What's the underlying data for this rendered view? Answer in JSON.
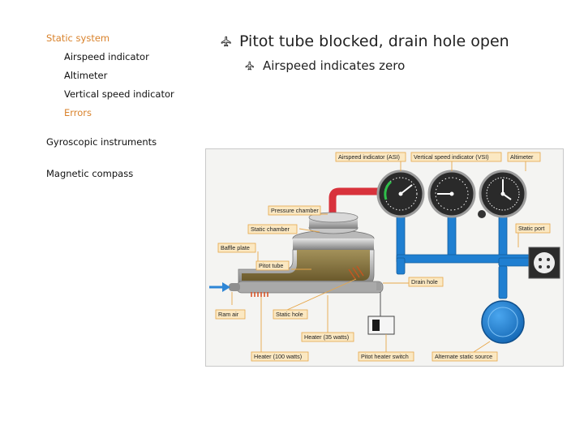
{
  "sidebar": {
    "static_system": "Static system",
    "airspeed_indicator": "Airspeed indicator",
    "altimeter": "Altimeter",
    "vertical_speed_indicator": "Vertical speed indicator",
    "errors": "Errors",
    "gyroscopic_instruments": "Gyroscopic instruments",
    "magnetic_compass": "Magnetic compass"
  },
  "content": {
    "heading": "Pitot tube blocked, drain hole open",
    "subpoint": "Airspeed indicates zero"
  },
  "diagram": {
    "labels": {
      "asi": "Airspeed indicator (ASI)",
      "vsi": "Vertical speed indicator (VSI)",
      "altimeter": "Altimeter",
      "pressure_chamber": "Pressure chamber",
      "static_chamber": "Static chamber",
      "baffle_plate": "Baffle plate",
      "pitot_tube": "Pitot tube",
      "static_port": "Static port",
      "drain_hole": "Drain hole",
      "ram_air": "Ram air",
      "static_hole": "Static hole",
      "heater_35": "Heater (35 watts)",
      "heater_100": "Heater (100 watts)",
      "pitot_heater_switch": "Pitot heater switch",
      "alternate_static_source": "Alternate static source"
    }
  },
  "colors": {
    "accent": "#d9822b",
    "pipe_blue": "#1f7fd1",
    "pitot_red": "#d8323c",
    "label_fill": "#fbe8c2"
  }
}
